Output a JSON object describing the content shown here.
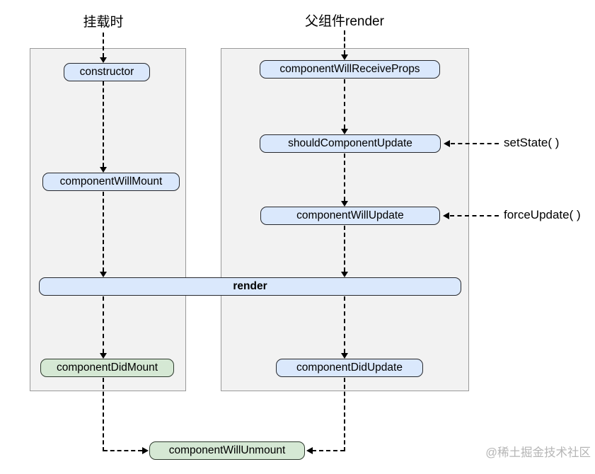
{
  "diagram": {
    "headers": {
      "mount": "挂载时",
      "parent_render": "父组件render"
    },
    "nodes": {
      "constructor": "constructor",
      "componentWillMount": "componentWillMount",
      "componentWillReceiveProps": "componentWillReceiveProps",
      "shouldComponentUpdate": "shouldComponentUpdate",
      "componentWillUpdate": "componentWillUpdate",
      "render": "render",
      "componentDidMount": "componentDidMount",
      "componentDidUpdate": "componentDidUpdate",
      "componentWillUnmount": "componentWillUnmount"
    },
    "triggers": {
      "setState": "setState( )",
      "forceUpdate": "forceUpdate( )"
    },
    "colors": {
      "lifecycle_node_fill": "#dae8fc",
      "did_node_fill": "#d5e8d4",
      "node_border": "#26282d",
      "panel_fill": "#f2f2f2",
      "panel_border": "#999999",
      "arrow": "#000000",
      "text": "#000000",
      "watermark": "#b5b5b5"
    },
    "watermark": "@稀土掘金技术社区"
  }
}
